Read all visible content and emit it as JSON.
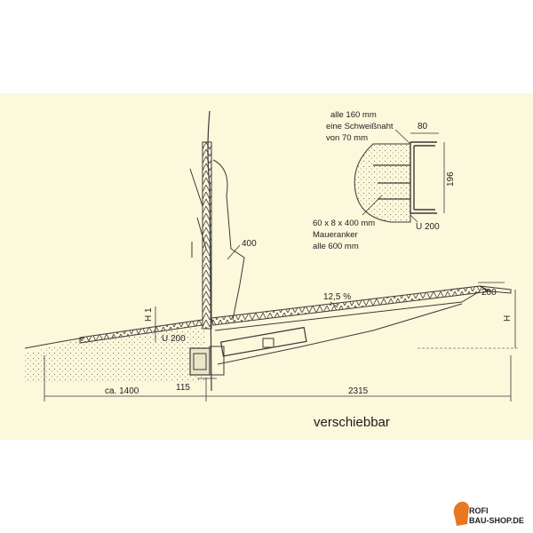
{
  "colors": {
    "panel_background": "#fbf8dc",
    "line": "#3a3a3a",
    "logo_orange": "#e87722"
  },
  "detail_note": {
    "line1": "alle 160 mm",
    "line2": "eine Schweißnaht",
    "line3": "von 70 mm"
  },
  "anchor_note": {
    "line1": "60 x 8 x 400 mm",
    "line2": "Maueranker",
    "line3": "alle 600 mm"
  },
  "dimensions": {
    "flange_width": "80",
    "profile_height": "196",
    "profile_detail": "U 200",
    "arm_length": "400",
    "slope": "12,5 %",
    "tip_length": "200",
    "height_left": "H 1",
    "height_right": "H",
    "profile_wall": "U 200",
    "offset": "115",
    "left_span": "ca. 1400",
    "right_span": "2315"
  },
  "caption": "verschiebbar",
  "logo": {
    "top": "ROFI",
    "bottom": "BAU-SHOP.DE"
  }
}
